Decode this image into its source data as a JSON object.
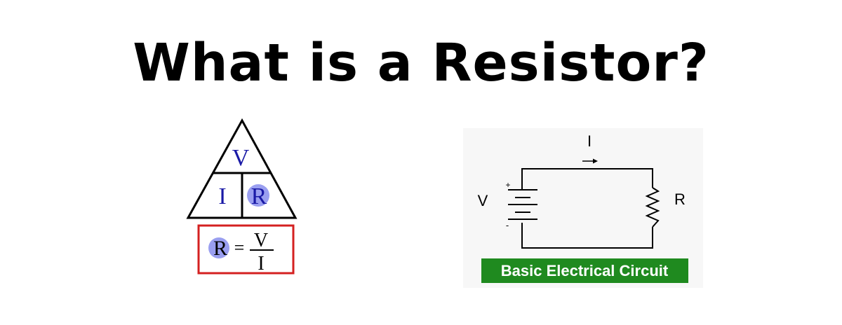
{
  "title": "What is a Resistor?",
  "ohms_triangle": {
    "top": "V",
    "bottom_left": "I",
    "bottom_right": "R"
  },
  "formula": {
    "lhs": "R",
    "equals": "=",
    "numerator": "V",
    "denominator": "I"
  },
  "circuit": {
    "current_label": "I",
    "current_arrow": "→",
    "voltage_label": "V",
    "plus_label": "+",
    "minus_label": "-",
    "resistor_label": "R",
    "caption": "Basic Electrical Circuit"
  },
  "colors": {
    "letter_blue": "#1a1aa6",
    "highlight_circle": "#9a9ff0",
    "formula_border": "#d42020",
    "caption_bg": "#1f8a1f",
    "caption_text": "#ffffff"
  }
}
